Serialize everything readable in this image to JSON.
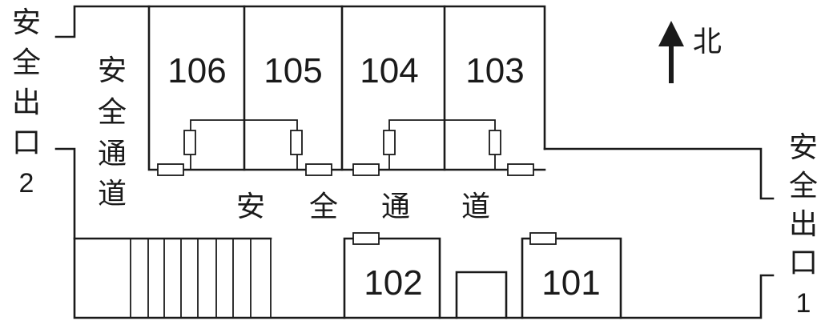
{
  "rooms": {
    "r106": "106",
    "r105": "105",
    "r104": "104",
    "r103": "103",
    "r102": "102",
    "r101": "101"
  },
  "exit_left": {
    "c1": "安",
    "c2": "全",
    "c3": "出",
    "c4": "口",
    "num": "2"
  },
  "exit_right": {
    "c1": "安",
    "c2": "全",
    "c3": "出",
    "c4": "口",
    "num": "1"
  },
  "corridor_vertical": {
    "c1": "安",
    "c2": "全",
    "c3": "通",
    "c4": "道"
  },
  "corridor_main": {
    "c1": "安",
    "c2": "全",
    "c3": "通",
    "c4": "道"
  },
  "compass": {
    "label": "北",
    "icon": "north-arrow-icon"
  }
}
